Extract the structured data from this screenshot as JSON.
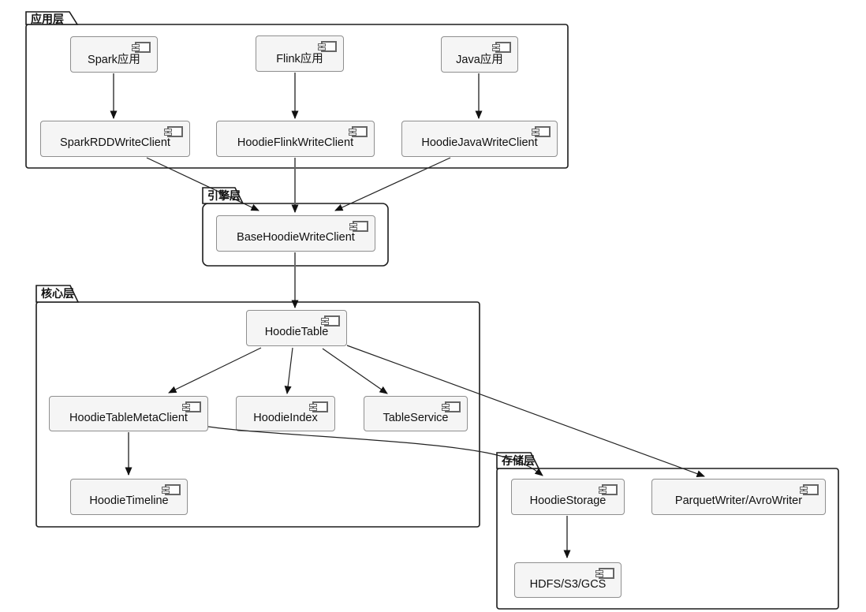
{
  "packages": [
    {
      "id": "app-layer",
      "label": "应用层"
    },
    {
      "id": "engine-layer",
      "label": "引擎层"
    },
    {
      "id": "core-layer",
      "label": "核心层"
    },
    {
      "id": "storage-layer",
      "label": "存储层"
    }
  ],
  "components": [
    {
      "id": "spark-app",
      "label": "Spark应用",
      "package": "app-layer"
    },
    {
      "id": "flink-app",
      "label": "Flink应用",
      "package": "app-layer"
    },
    {
      "id": "java-app",
      "label": "Java应用",
      "package": "app-layer"
    },
    {
      "id": "spark-rdd-write-client",
      "label": "SparkRDDWriteClient",
      "package": "app-layer"
    },
    {
      "id": "hoodie-flink-write-client",
      "label": "HoodieFlinkWriteClient",
      "package": "app-layer"
    },
    {
      "id": "hoodie-java-write-client",
      "label": "HoodieJavaWriteClient",
      "package": "app-layer"
    },
    {
      "id": "base-hoodie-write-client",
      "label": "BaseHoodieWriteClient",
      "package": "engine-layer"
    },
    {
      "id": "hoodie-table",
      "label": "HoodieTable",
      "package": "core-layer"
    },
    {
      "id": "hoodie-table-meta-client",
      "label": "HoodieTableMetaClient",
      "package": "core-layer"
    },
    {
      "id": "hoodie-index",
      "label": "HoodieIndex",
      "package": "core-layer"
    },
    {
      "id": "table-service",
      "label": "TableService",
      "package": "core-layer"
    },
    {
      "id": "hoodie-timeline",
      "label": "HoodieTimeline",
      "package": "core-layer"
    },
    {
      "id": "hoodie-storage",
      "label": "HoodieStorage",
      "package": "storage-layer"
    },
    {
      "id": "parquet-avro-writer",
      "label": "ParquetWriter/AvroWriter",
      "package": "storage-layer"
    },
    {
      "id": "hdfs-s3-gcs",
      "label": "HDFS/S3/GCS",
      "package": "storage-layer"
    }
  ],
  "edges": [
    {
      "from": "spark-app",
      "to": "spark-rdd-write-client"
    },
    {
      "from": "flink-app",
      "to": "hoodie-flink-write-client"
    },
    {
      "from": "java-app",
      "to": "hoodie-java-write-client"
    },
    {
      "from": "spark-rdd-write-client",
      "to": "base-hoodie-write-client"
    },
    {
      "from": "hoodie-flink-write-client",
      "to": "base-hoodie-write-client"
    },
    {
      "from": "hoodie-java-write-client",
      "to": "base-hoodie-write-client"
    },
    {
      "from": "base-hoodie-write-client",
      "to": "hoodie-table"
    },
    {
      "from": "hoodie-table",
      "to": "hoodie-table-meta-client"
    },
    {
      "from": "hoodie-table",
      "to": "hoodie-index"
    },
    {
      "from": "hoodie-table",
      "to": "table-service"
    },
    {
      "from": "hoodie-table",
      "to": "parquet-avro-writer"
    },
    {
      "from": "hoodie-table-meta-client",
      "to": "hoodie-timeline"
    },
    {
      "from": "hoodie-table-meta-client",
      "to": "hoodie-storage"
    },
    {
      "from": "hoodie-storage",
      "to": "hdfs-s3-gcs"
    }
  ],
  "colors": {
    "background": "#ffffff",
    "component_fill": "#f5f5f5",
    "component_border": "#8f8f8f",
    "package_border": "#1c1c1c",
    "arrow": "#222222",
    "text": "#111111"
  }
}
